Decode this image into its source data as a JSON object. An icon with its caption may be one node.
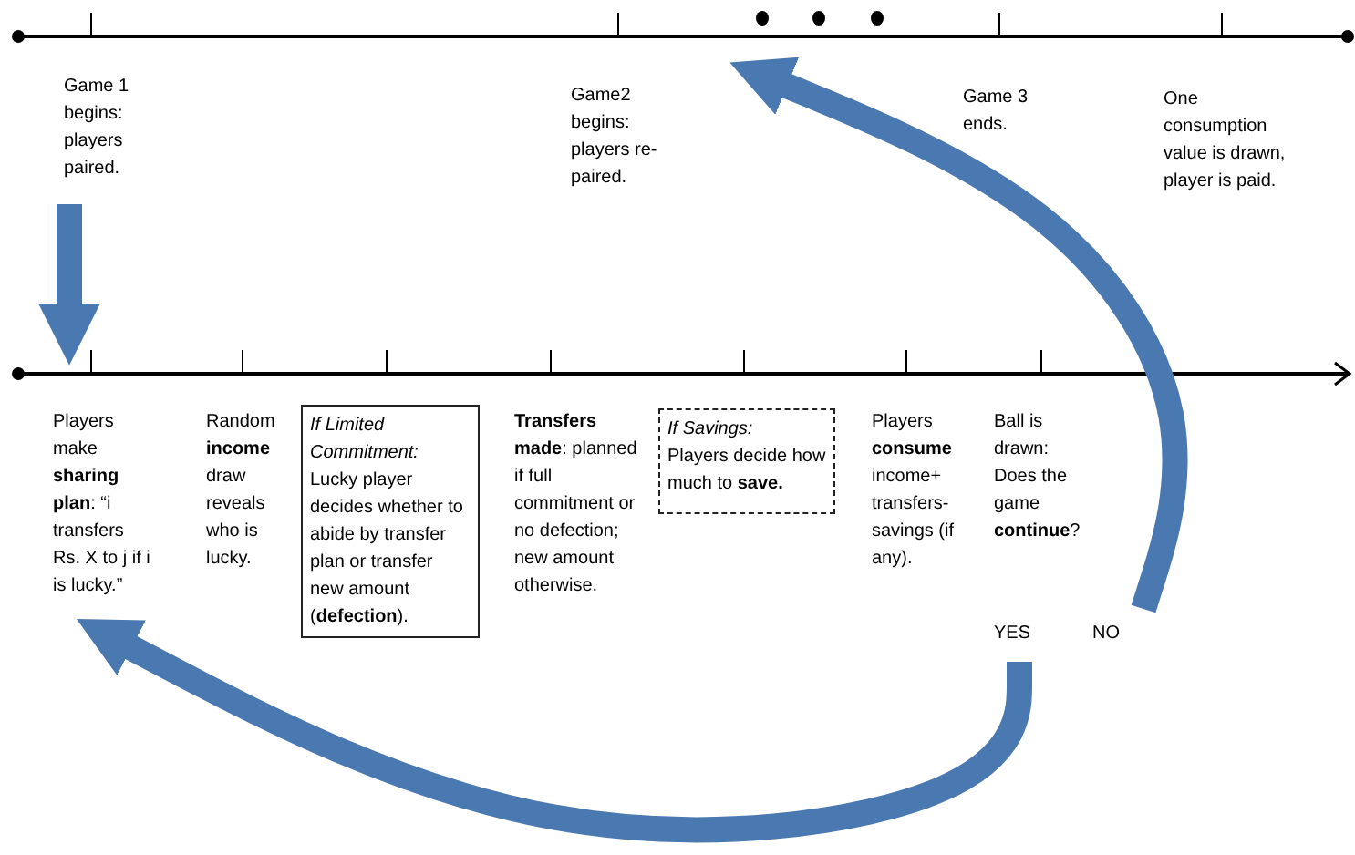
{
  "diagram": {
    "nodes": [
      {
        "text": [
          "Game 1 begins: players paired."
        ]
      },
      {
        "text": [
          "Game2 begins: players re-paired."
        ]
      },
      {
        "text": [
          "Game 3 ends."
        ]
      },
      {
        "text": [
          "One consumption value is drawn, player is paid."
        ]
      },
      {
        "text": [
          "Players make **sharing plan**: “i transfers Rs. X to j if i is lucky.”"
        ]
      },
      {
        "text": [
          "Random **income** draw reveals who is lucky."
        ]
      },
      {
        "text": [
          "If Limited Commitment:",
          "Lucky player decides whether to abide by transfer plan or transfer new amount (**defection**)."
        ]
      },
      {
        "text": [
          "**Transfers made**: planned if full commitment or no defection; new amount otherwise."
        ]
      },
      {
        "text": [
          "If Savings:",
          "Players decide how much to **save.**"
        ]
      },
      {
        "text": [
          "Players **consume** income+ transfers-savings (if any)."
        ]
      },
      {
        "text": [
          "Ball is drawn: Does the game **continue**?"
        ]
      },
      {
        "text": [
          "YES"
        ]
      },
      {
        "text": [
          "NO"
        ]
      }
    ],
    "edges": [
      {
        "from": 0,
        "to": 4,
        "arrow": "to"
      },
      {
        "from": 11,
        "to": 4,
        "arrow": "to"
      },
      {
        "from": 12,
        "to": 1,
        "arrow": "to"
      }
    ]
  }
}
